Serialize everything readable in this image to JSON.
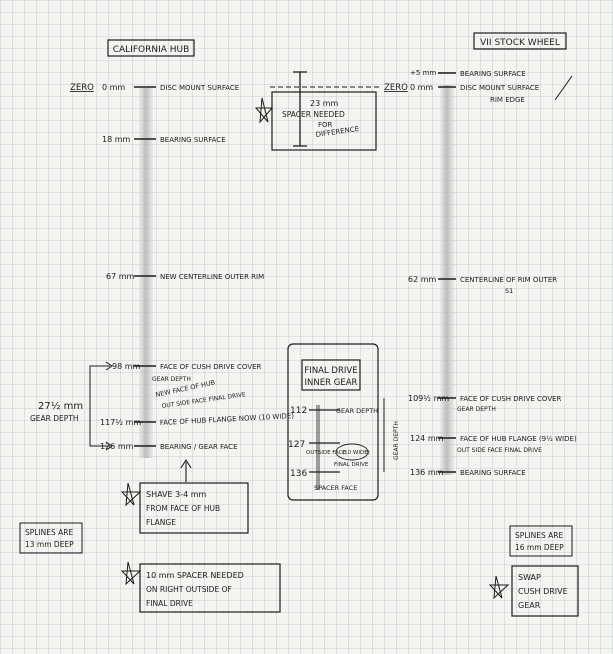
{
  "left_title": "CALIFORNIA HUB",
  "right_title": "VII STOCK WHEEL",
  "zero_left": "ZERO",
  "zero_right": "ZERO",
  "left_scale": [
    {
      "mm": "0 mm",
      "label": "DISC MOUNT SURFACE"
    },
    {
      "mm": "18 mm",
      "label": "BEARING SURFACE"
    },
    {
      "mm": "67 mm",
      "label": "NEW CENTERLINE OUTER RIM"
    },
    {
      "mm": "98 mm",
      "label": "FACE OF CUSH DRIVE COVER"
    },
    {
      "mm": "117½ mm",
      "label": "FACE OF HUB FLANGE NOW (10 WIDE)"
    },
    {
      "mm": "126 mm",
      "label": "BEARING / GEAR FACE"
    }
  ],
  "left_sub_labels": {
    "gear_depth": "GEAR DEPTH",
    "new_face": "NEW FACE OF HUB",
    "outside_face": "OUT SIDE FACE FINAL DRIVE"
  },
  "left_gear_depth": {
    "value": "27½ mm",
    "label": "GEAR DEPTH"
  },
  "right_scale": [
    {
      "mm": "+5 mm",
      "label": "BEARING SURFACE"
    },
    {
      "mm": "0 mm",
      "label": "DISC MOUNT SURFACE / RIM EDGE"
    },
    {
      "mm": "62 mm",
      "label": "CENTERLINE OF RIM OUTER"
    },
    {
      "mm": "109½ mm",
      "label": "FACE OF CUSH DRIVE COVER"
    },
    {
      "mm": "124 mm",
      "label": "FACE OF HUB FLANGE (9½ WIDE)"
    },
    {
      "mm": "136 mm",
      "label": "BEARING SURFACE"
    }
  ],
  "right_sub_labels": {
    "rim_edge": "RIM EDGE",
    "s1": "S1",
    "gear_depth": "GEAR DEPTH",
    "outside_face": "OUT SIDE FACE FINAL DRIVE"
  },
  "spacer_note": {
    "line1": "23 mm",
    "line2": "SPACER NEEDED",
    "line3": "FOR",
    "line4": "DIFFERENCE"
  },
  "final_drive": {
    "title1": "FINAL DRIVE",
    "title2": "INNER GEAR",
    "n112": "112",
    "gear_depth": "GEAR DEPTH",
    "n127": "127",
    "outside": "OUTSIDE FACE",
    "wide": "(10 WIDE)",
    "final_drive": "FINAL DRIVE",
    "n136": "136",
    "spacer_face": "SPACER FACE",
    "vertical_gear_depth": "GEAR DEPTH"
  },
  "shave_note": {
    "line1": "SHAVE 3-4 mm",
    "line2": "FROM FACE OF HUB",
    "line3": "FLANGE"
  },
  "splines_left": {
    "line1": "SPLINES ARE",
    "line2": "13 mm DEEP"
  },
  "splines_right": {
    "line1": "SPLINES ARE",
    "line2": "16 mm DEEP"
  },
  "spacer10_note": {
    "line1": "10 mm SPACER NEEDED",
    "line2": "ON RIGHT OUTSIDE OF",
    "line3": "FINAL DRIVE"
  },
  "swap_note": {
    "line1": "SWAP",
    "line2": "CUSH DRIVE",
    "line3": "GEAR"
  },
  "colors": {
    "grid": "#b9c3d6",
    "ink": "#1c1c1c",
    "shade": "#c9c9c9"
  }
}
